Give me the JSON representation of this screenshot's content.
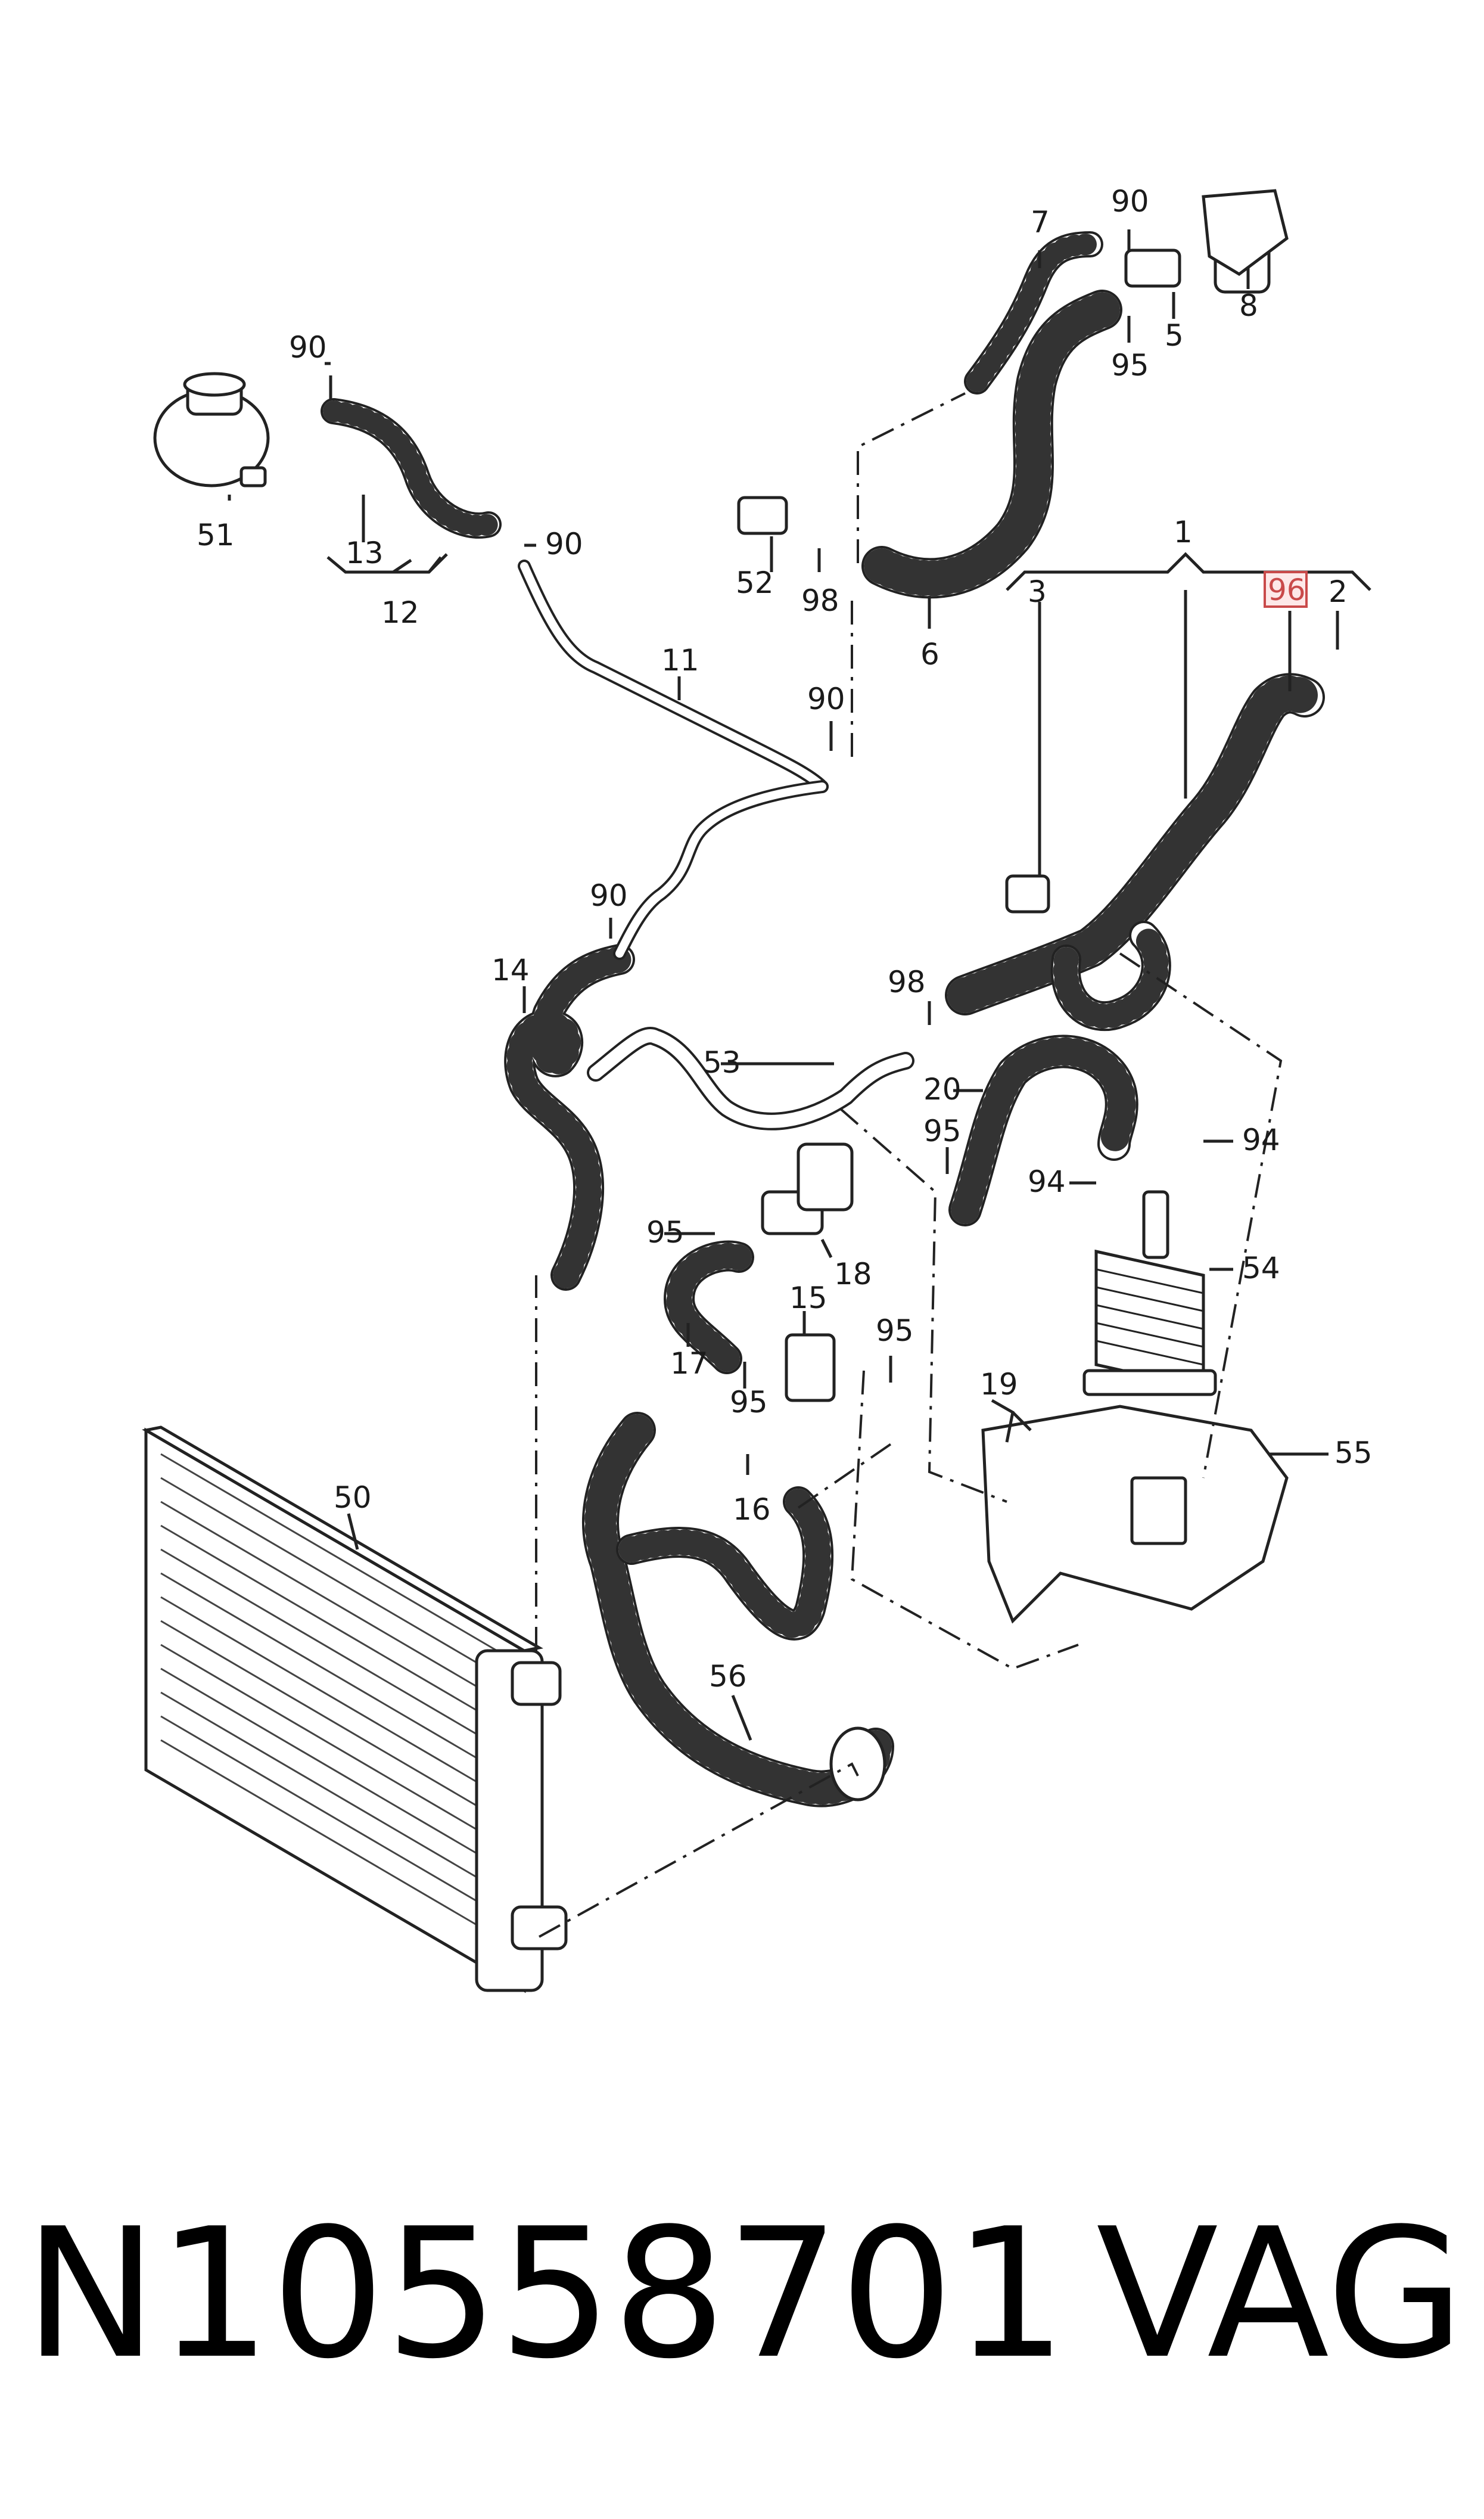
{
  "callouts": {
    "c1": "1",
    "c2": "2",
    "c3": "3",
    "c5": "5",
    "c6": "6",
    "c7": "7",
    "c8": "8",
    "c11": "11",
    "c12": "12",
    "c13": "13",
    "c14": "14",
    "c15": "15",
    "c16": "16",
    "c17": "17",
    "c18": "18",
    "c19": "19",
    "c20": "20",
    "c50": "50",
    "c51": "51",
    "c52": "52",
    "c53": "53",
    "c54": "54",
    "c55": "55",
    "c56": "56",
    "c90a": "90",
    "c90b": "90",
    "c90c": "90",
    "c90d": "90",
    "c90e": "90",
    "c94a": "94",
    "c94b": "94",
    "c95a": "95",
    "c95b": "95",
    "c95c": "95",
    "c95d": "95",
    "c95e": "95",
    "c96": "96",
    "c98a": "98",
    "c98b": "98"
  },
  "highlight_color": "#c94a4a",
  "footer": {
    "part_number": "N10558701",
    "brand": "VAG"
  }
}
